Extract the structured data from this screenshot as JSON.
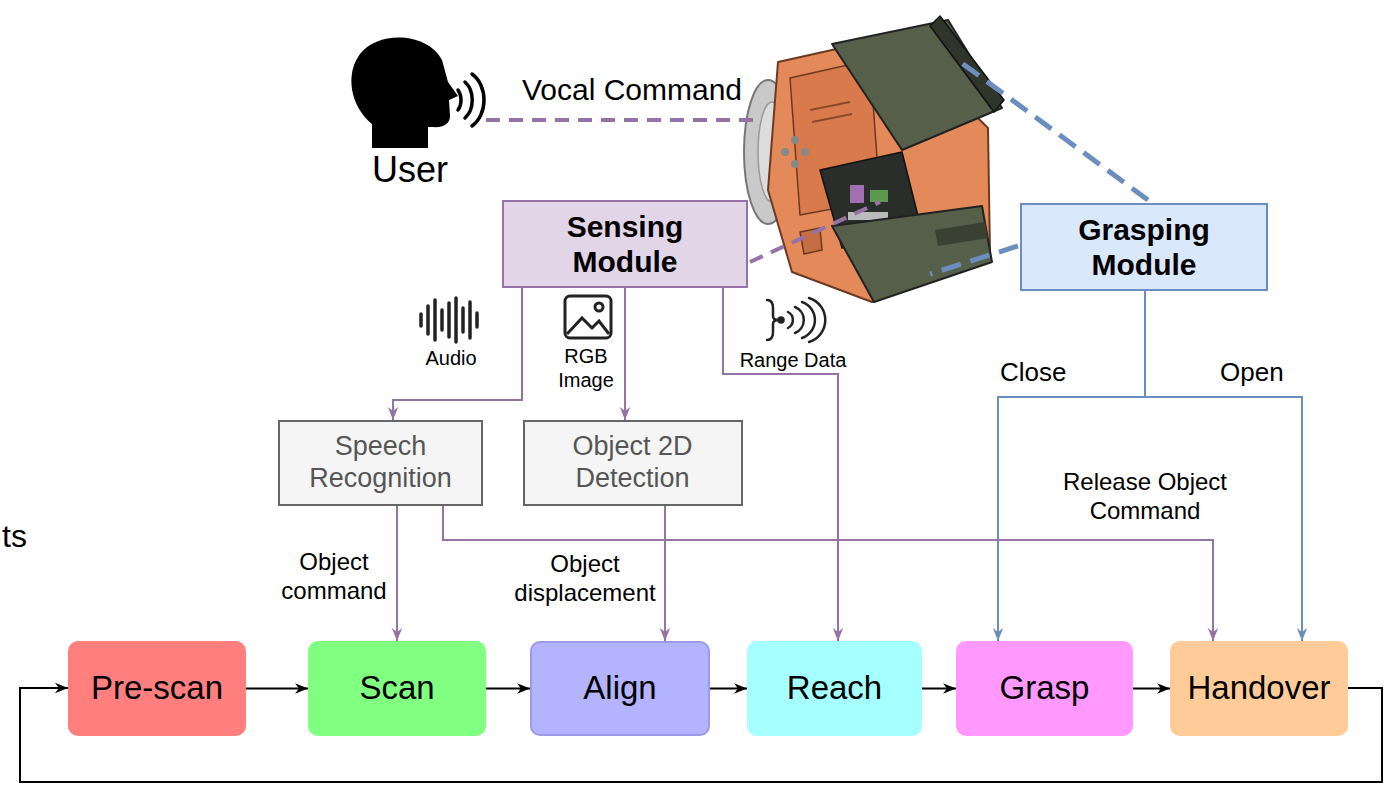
{
  "diagram": {
    "nodes": [
      {
        "text": [
          "Sensing Module"
        ]
      },
      {
        "text": [
          "Grasping Module"
        ]
      },
      {
        "text": [
          "Speech Recognition"
        ]
      },
      {
        "text": [
          "Object 2D Detection"
        ]
      },
      {
        "text": [
          "Pre-scan"
        ]
      },
      {
        "text": [
          "Scan"
        ]
      },
      {
        "text": [
          "Align"
        ]
      },
      {
        "text": [
          "Reach"
        ]
      },
      {
        "text": [
          "Grasp"
        ]
      },
      {
        "text": [
          "Handover"
        ]
      }
    ],
    "edges": [
      {
        "from": 0,
        "to": 2,
        "label": "Audio",
        "arrow": "to"
      },
      {
        "from": 0,
        "to": 3,
        "label": "RGB Image",
        "arrow": "to"
      },
      {
        "from": 0,
        "to": 7,
        "label": "Range Data",
        "arrow": "to"
      },
      {
        "from": 2,
        "to": 5,
        "label": "Object command",
        "arrow": "to"
      },
      {
        "from": 2,
        "to": 9,
        "label": "Release Object Command",
        "arrow": "to"
      },
      {
        "from": 3,
        "to": 6,
        "label": "Object displacement",
        "arrow": "to"
      },
      {
        "from": 1,
        "to": 8,
        "label": "Close",
        "arrow": "to"
      },
      {
        "from": 1,
        "to": 9,
        "label": "Open",
        "arrow": "to"
      },
      {
        "from": 4,
        "to": 5,
        "arrow": "to"
      },
      {
        "from": 5,
        "to": 6,
        "arrow": "to"
      },
      {
        "from": 6,
        "to": 7,
        "arrow": "to"
      },
      {
        "from": 7,
        "to": 8,
        "arrow": "to"
      },
      {
        "from": 8,
        "to": 9,
        "arrow": "to"
      },
      {
        "from": 9,
        "to": 4,
        "arrow": "to"
      }
    ],
    "labels": [
      "User",
      "Vocal Command",
      "ts"
    ]
  }
}
